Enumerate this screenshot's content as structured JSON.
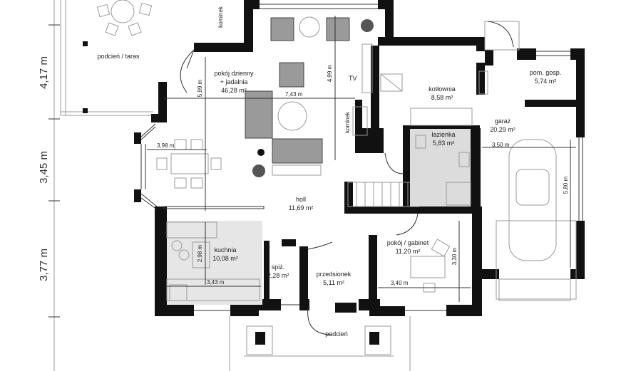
{
  "plan": {
    "side_dims": [
      "4,17 m",
      "3,45 m",
      "3,77 m"
    ],
    "rooms": [
      {
        "id": "taras",
        "name": "podcień / taras",
        "area": ""
      },
      {
        "id": "dzienny",
        "name": "pokój dzienny\n+ jadalnia",
        "area": "46,28 m²"
      },
      {
        "id": "kotlownia",
        "name": "kotłownia",
        "area": "8,58 m²"
      },
      {
        "id": "pom",
        "name": "pom. gosp.",
        "area": "5,74 m²"
      },
      {
        "id": "garaz",
        "name": "garaż",
        "area": "20,29 m²"
      },
      {
        "id": "lazienka",
        "name": "łazienka",
        "area": "5,83 m²"
      },
      {
        "id": "holl",
        "name": "holl",
        "area": "11,69 m²"
      },
      {
        "id": "gabinet",
        "name": "pokój / gabinet",
        "area": "11,20 m²"
      },
      {
        "id": "kuchnia",
        "name": "kuchnia",
        "area": "10,08 m²"
      },
      {
        "id": "spiz",
        "name": "spiż.",
        "area": "2,28 m²"
      },
      {
        "id": "przedsionek",
        "name": "przedsionek",
        "area": "5,11 m²"
      },
      {
        "id": "podcien",
        "name": "podcień",
        "area": ""
      }
    ],
    "dims": {
      "d599": "5,99 m",
      "d743": "7,43 m",
      "d499": "4,99 m",
      "d398": "3,98 m",
      "d350": "3,50 m",
      "d580": "5,80 m",
      "d298": "2,98 m",
      "d343": "3,43 m",
      "d330": "3,30 m",
      "d340": "3,40 m"
    },
    "marks": {
      "kominek": "kominek",
      "tv": "TV"
    }
  }
}
